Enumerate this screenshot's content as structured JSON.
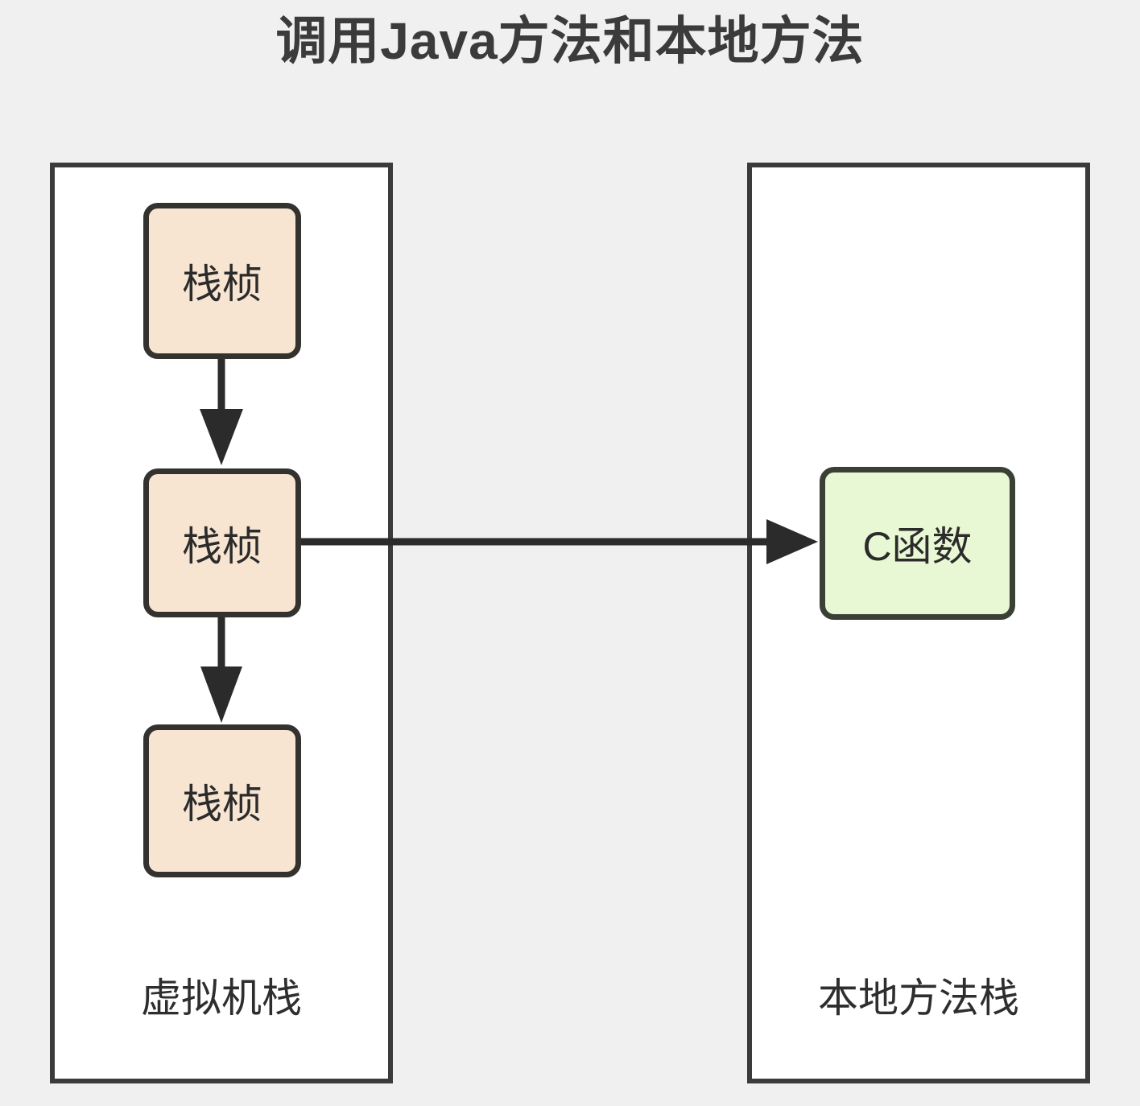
{
  "title": "调用Java方法和本地方法",
  "background_color": "#f0f0f0",
  "title_color": "#3b3b3b",
  "containers": [
    {
      "id": "vm-stack",
      "caption": "虚拟机栈",
      "fill": "#ffffff",
      "border_color": "#3b3b3b"
    },
    {
      "id": "native-method-stack",
      "caption": "本地方法栈",
      "fill": "#ffffff",
      "border_color": "#3b3b3b"
    }
  ],
  "nodes": {
    "frame_1": {
      "label": "栈桢",
      "fill": "#f7e5d2",
      "border": "#34322e"
    },
    "frame_2": {
      "label": "栈桢",
      "fill": "#f7e5d2",
      "border": "#34322e"
    },
    "frame_3": {
      "label": "栈桢",
      "fill": "#f7e5d2",
      "border": "#34322e"
    },
    "c_function": {
      "label": "C函数",
      "fill": "#e9f8d4",
      "border": "#3a4035"
    }
  },
  "connectors": [
    {
      "from": "frame_1",
      "to": "frame_2",
      "direction": "down",
      "label": ""
    },
    {
      "from": "frame_2",
      "to": "frame_3",
      "direction": "down",
      "label": ""
    },
    {
      "from": "frame_2",
      "to": "c_function",
      "direction": "right",
      "label": ""
    }
  ]
}
